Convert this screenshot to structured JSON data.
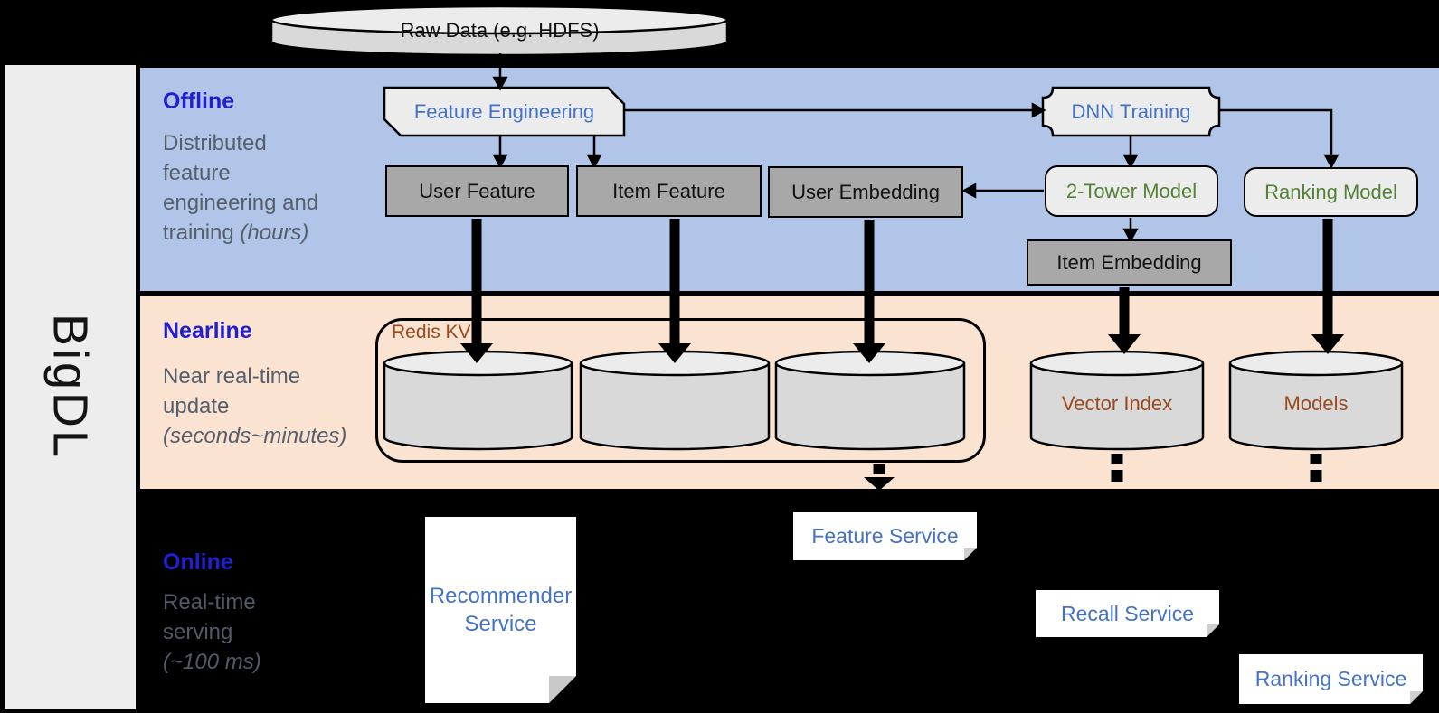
{
  "brand": {
    "label": "BigDL"
  },
  "colors": {
    "offline_bg": "#b1c5e8",
    "nearline_bg": "#fbe3d2",
    "online_bg": "#000000",
    "panel_bg": "#ededed",
    "section_title_blue": "#2020cf",
    "section_desc_gray": "#565e6c",
    "node_text_blue": "#4472c4",
    "node_text_green": "#538135",
    "store_text_brown": "#9a4a1e",
    "shape_light_fill": "#ececec",
    "shape_dark_fill": "#a8a8a8",
    "cylinder_body_fill": "#d9d9d9"
  },
  "datasource": {
    "raw_data": "Raw Data (e.g. HDFS)"
  },
  "offline": {
    "title": "Offline",
    "desc": "Distributed feature engineering and training",
    "desc_italic": "(hours)",
    "nodes": {
      "feature_engineering": "Feature Engineering",
      "dnn_training": "DNN Training",
      "user_feature": "User Feature",
      "item_feature": "Item Feature",
      "user_embedding": "User Embedding",
      "two_tower_model": "2-Tower Model",
      "ranking_model": "Ranking Model",
      "item_embedding": "Item Embedding"
    }
  },
  "nearline": {
    "title": "Nearline",
    "desc": "Near real-time update",
    "desc_italic": "(seconds~minutes)",
    "stores": {
      "redis_kv": "Redis KV",
      "vector_index": "Vector Index",
      "models": "Models"
    }
  },
  "online": {
    "title": "Online",
    "desc": "Real-time serving",
    "desc_italic": "(~100 ms)",
    "services": {
      "recommender_service": "Recommender Service",
      "feature_service": "Feature Service",
      "recall_service": "Recall Service",
      "ranking_service": "Ranking Service"
    }
  }
}
